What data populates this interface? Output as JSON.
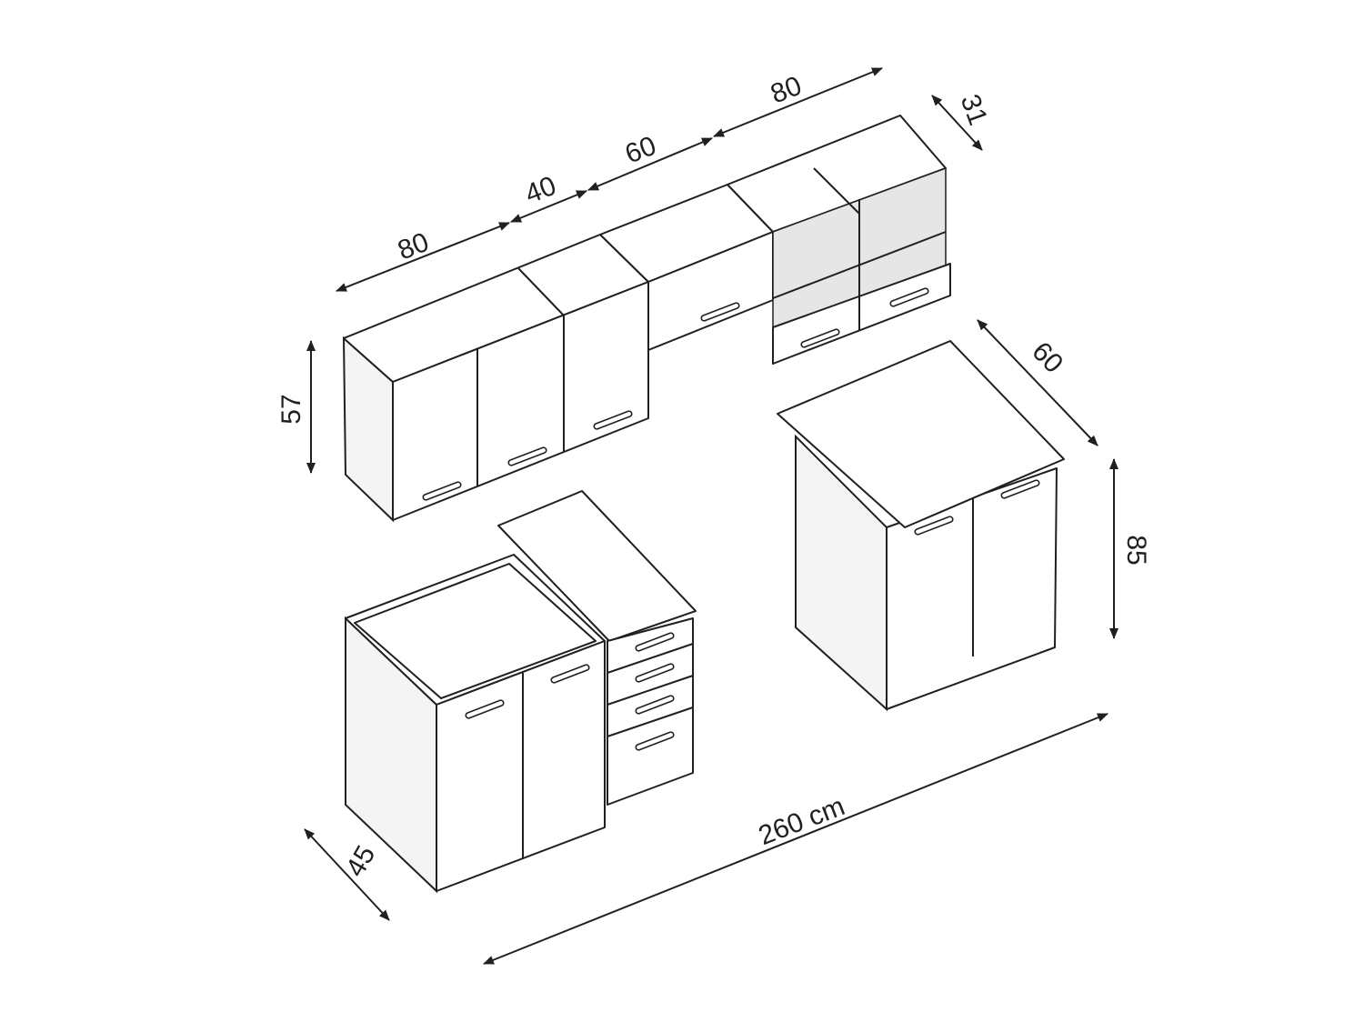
{
  "dimensions": {
    "upper_widths": [
      "80",
      "40",
      "60",
      "80"
    ],
    "upper_depth": "31",
    "upper_height": "57",
    "base_depth_right": "60",
    "base_height": "85",
    "base_depth_left": "45",
    "total_width": "260 cm"
  },
  "colors": {
    "line": "#231f20",
    "background": "#ffffff"
  }
}
